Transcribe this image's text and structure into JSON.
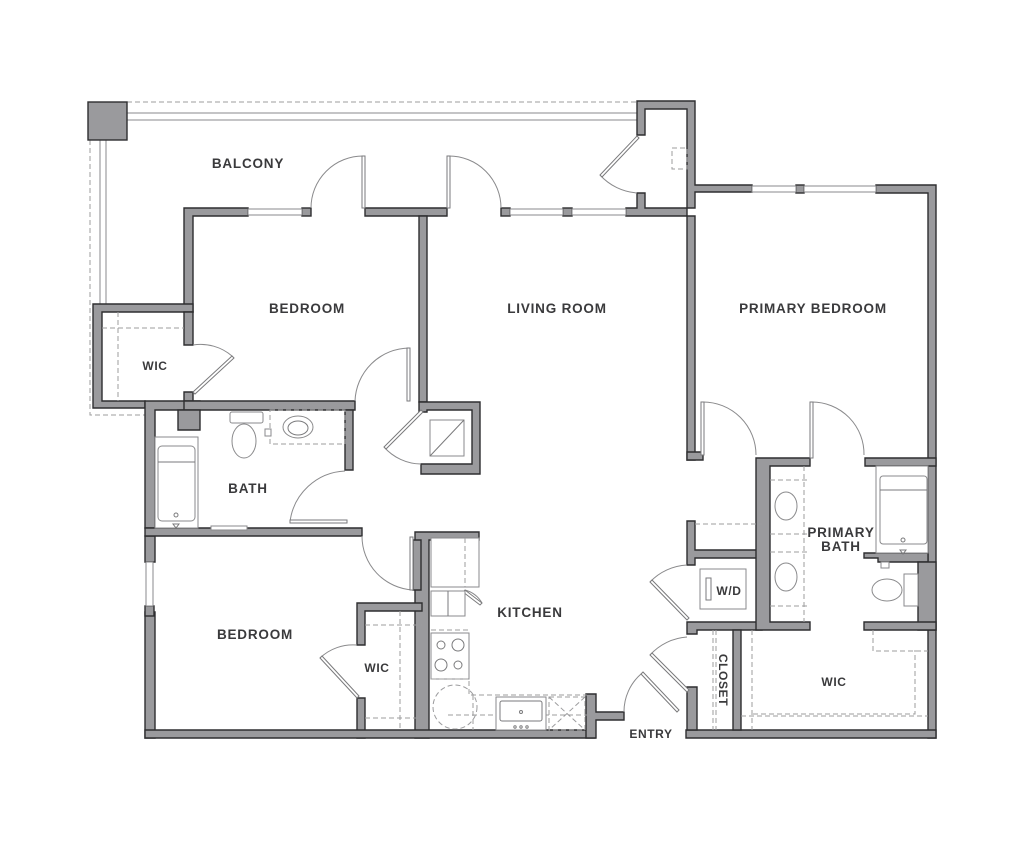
{
  "plan": {
    "title": "Apartment Floor Plan",
    "rooms": {
      "balcony": "BALCONY",
      "bedroom_1": "BEDROOM",
      "living_room": "LIVING ROOM",
      "primary_bedroom": "PRIMARY BEDROOM",
      "wic_bedroom_1": "WIC",
      "bath": "BATH",
      "bedroom_2": "BEDROOM",
      "wic_bedroom_2": "WIC",
      "kitchen": "KITCHEN",
      "laundry": "W/D",
      "primary_bath_line1": "PRIMARY",
      "primary_bath_line2": "BATH",
      "closet": "CLOSET",
      "wic_primary": "WIC",
      "entry": "ENTRY"
    },
    "colors": {
      "wall_fill": "#9a9a9d",
      "wall_outline": "#2e2e30",
      "label": "#3a3a3c",
      "background": "#ffffff"
    }
  }
}
